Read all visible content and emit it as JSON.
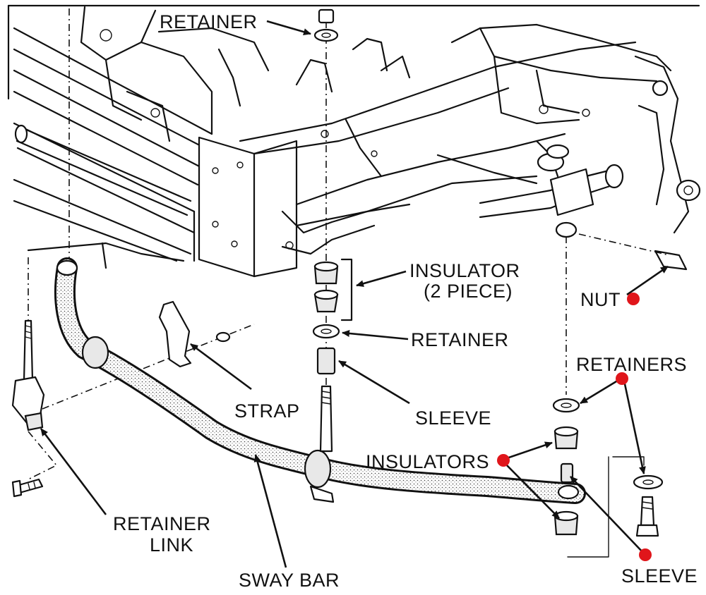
{
  "labels": {
    "retainer_top": "RETAINER",
    "insulator_line1": "INSULATOR",
    "insulator_line2": "(2 PIECE)",
    "retainer_mid": "RETAINER",
    "nut": "NUT",
    "retainers": "RETAINERS",
    "strap": "STRAP",
    "sleeve_mid": "SLEEVE",
    "insulators": "INSULATORS",
    "retainer_link_line1": "RETAINER",
    "retainer_link_line2": "LINK",
    "sway_bar": "SWAY BAR",
    "sleeve_bottom": "SLEEVE"
  },
  "colors": {
    "ink": "#111111",
    "marker": "#e0161b",
    "background": "#ffffff"
  }
}
